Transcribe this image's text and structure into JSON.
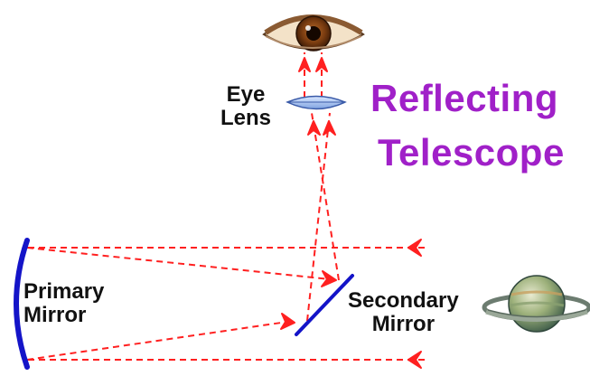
{
  "diagram": {
    "title_line1": "Reflecting",
    "title_line2": "Telescope",
    "labels": {
      "eye_lens_line1": "Eye",
      "eye_lens_line2": "Lens",
      "primary_line1": "Primary",
      "primary_line2": "Mirror",
      "secondary_line1": "Secondary",
      "secondary_line2": "Mirror"
    },
    "icons": {
      "eye": "eye-icon",
      "planet": "saturn-icon"
    },
    "colors": {
      "title": "#a020c8",
      "mirrors": "#1414c8",
      "light_rays": "#ff2020",
      "lens": "#a8c8f0",
      "labels": "#111111"
    }
  }
}
